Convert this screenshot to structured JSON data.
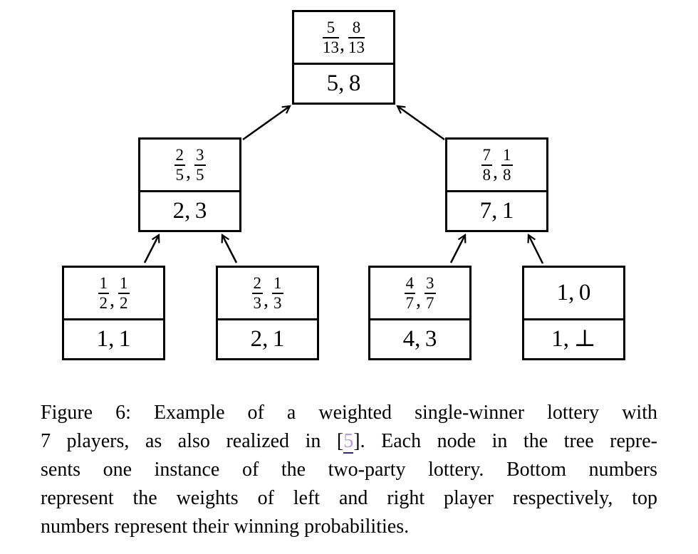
{
  "figure": {
    "background_color": "#ffffff",
    "line_color": "#000000",
    "cite_link_color": "#b299e2",
    "cite_underline_color": "#29298f"
  },
  "symbols": {
    "separator": ","
  },
  "nodes": [
    {
      "id": "root",
      "prob_left": {
        "num": "5",
        "den": "13"
      },
      "prob_right": {
        "num": "8",
        "den": "13"
      },
      "weights": "5, 8"
    },
    {
      "id": "mid-left",
      "prob_left": {
        "num": "2",
        "den": "5"
      },
      "prob_right": {
        "num": "3",
        "den": "5"
      },
      "weights": "2, 3"
    },
    {
      "id": "mid-right",
      "prob_left": {
        "num": "7",
        "den": "8"
      },
      "prob_right": {
        "num": "1",
        "den": "8"
      },
      "weights": "7, 1"
    },
    {
      "id": "leaf-1",
      "prob_left": {
        "num": "1",
        "den": "2"
      },
      "prob_right": {
        "num": "1",
        "den": "2"
      },
      "weights": "1, 1"
    },
    {
      "id": "leaf-2",
      "prob_left": {
        "num": "2",
        "den": "3"
      },
      "prob_right": {
        "num": "1",
        "den": "3"
      },
      "weights": "2, 1"
    },
    {
      "id": "leaf-3",
      "prob_left": {
        "num": "4",
        "den": "7"
      },
      "prob_right": {
        "num": "3",
        "den": "7"
      },
      "weights": "4, 3"
    },
    {
      "id": "leaf-4",
      "prob_plain": "1, 0",
      "weights": "1, ⊥"
    }
  ],
  "edges": [
    {
      "from": "mid-left",
      "to": "root"
    },
    {
      "from": "mid-right",
      "to": "root"
    },
    {
      "from": "leaf-1",
      "to": "mid-left"
    },
    {
      "from": "leaf-2",
      "to": "mid-left"
    },
    {
      "from": "leaf-3",
      "to": "mid-right"
    },
    {
      "from": "leaf-4",
      "to": "mid-right"
    }
  ],
  "caption": {
    "line1": "Figure 6: Example of a weighted single-winner lottery with",
    "line2_pre": "7 players, as also realized in [",
    "line2_link": "5",
    "line2_post": "]. Each node in the tree repre-",
    "line3": "sents one instance of the two-party lottery. Bottom numbers",
    "line4": "represent the weights of left and right player respectively, top",
    "line5": "numbers represent their winning probabilities."
  }
}
